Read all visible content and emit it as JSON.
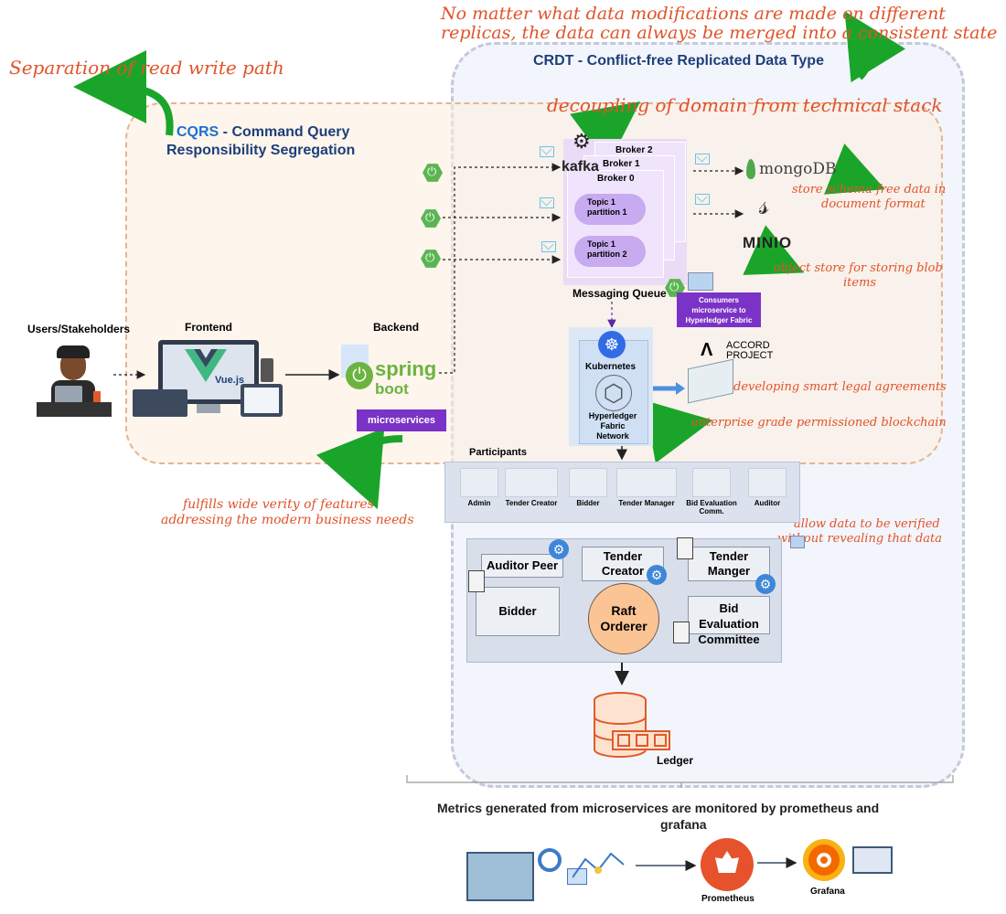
{
  "titles": {
    "crdt_bold": "CRDT",
    "crdt_rest": " - Conflict-free Replicated Data Type",
    "cqrs_bold": "CQRS",
    "cqrs_rest": " - Command Query",
    "cqrs_line2": "Responsibility Segregation"
  },
  "annotations": {
    "crdt_note_1": "No matter what data modifications are made on different",
    "crdt_note_2": "replicas, the data can always be merged into a consistent state",
    "cqrs_note": "Separation of read write path",
    "kafka_note": "decoupling of domain from technical stack",
    "mongo_note_1": "store schema free data in",
    "mongo_note_2": "document format",
    "minio_note_1": "object store for storing blob",
    "minio_note_2": "items",
    "accord_note": "developing smart legal agreements",
    "fabric_note": "enterprise grade permissioned blockchain",
    "micro_note_1": "fulfills wide verity of features",
    "micro_note_2": "addressing the modern business needs",
    "zkp_note_1": "allow data to be verified",
    "zkp_note_2": "without revealing that data"
  },
  "left_flow": {
    "users_label": "Users/Stakeholders",
    "frontend_label": "Frontend",
    "vue_label": "Vue.js",
    "backend_label": "Backend",
    "spring_label_1": "spring",
    "spring_label_2": "boot",
    "microservices_badge": "microservices"
  },
  "messaging": {
    "kafka_label": "kafka",
    "brokers": [
      "Broker 2",
      "Broker 1",
      "Broker 0"
    ],
    "topic_1": [
      "Topic 1",
      "partition 1"
    ],
    "topic_2": [
      "Topic 1",
      "partition 2"
    ],
    "queue_label": "Messaging Queue",
    "consumer_badge": [
      "Consumers",
      "microservice to",
      "Hyperledger Fabric"
    ],
    "mongodb_label": "mongoDB",
    "minio_label": "MINIO"
  },
  "kubernetes": {
    "kubernetes_label": "Kubernetes",
    "fabric_label": [
      "Hyperledger",
      "Fabric",
      "Network"
    ],
    "accord_label": [
      "ACCORD",
      "PROJECT"
    ]
  },
  "participants": {
    "heading": "Participants",
    "items": [
      "Admin",
      "Tender Creator",
      "Bidder",
      "Tender Manager",
      "Bid Evaluation Comm.",
      "Auditor"
    ]
  },
  "network": {
    "auditor_peer": "Auditor Peer",
    "tender_creator": [
      "Tender",
      "Creator"
    ],
    "tender_manager": [
      "Tender",
      "Manger"
    ],
    "bidder": "Bidder",
    "bid_eval": [
      "Bid Evaluation",
      "Committee"
    ],
    "orderer": [
      "Raft",
      "Orderer"
    ],
    "ledger_label": "Ledger"
  },
  "metrics": {
    "caption_1": "Metrics generated from microservices are monitored by prometheus and",
    "caption_2": "grafana",
    "prometheus_label": "Prometheus",
    "grafana_label": "Grafana"
  },
  "colors": {
    "annotation": "#e0532a",
    "title_blue": "#1d3f7a",
    "arrow_green": "#1aa52a",
    "purple_badge": "#7b32c6",
    "spring_green": "#6db33f"
  }
}
